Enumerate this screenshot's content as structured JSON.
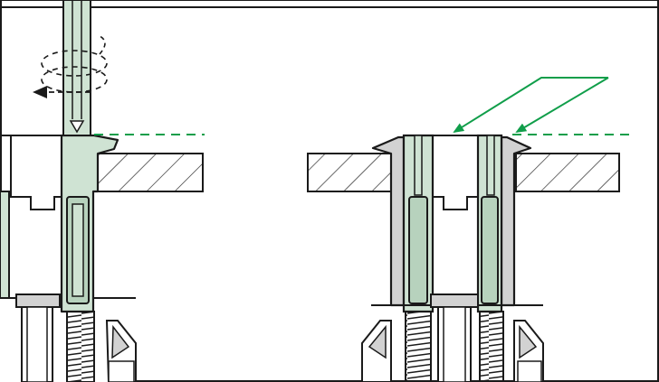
{
  "diagram": {
    "colors": {
      "background": "#ffffff",
      "outline": "#1a1a1a",
      "part_fill": "#cfe3d3",
      "part_fill_dark": "#b7d2bd",
      "accent": "#109e4a",
      "gray": "#d2d2d2"
    },
    "panels": [
      {
        "id": "left",
        "state": "tool inserted, rotate"
      },
      {
        "id": "right",
        "state": "flush with surface"
      }
    ]
  }
}
